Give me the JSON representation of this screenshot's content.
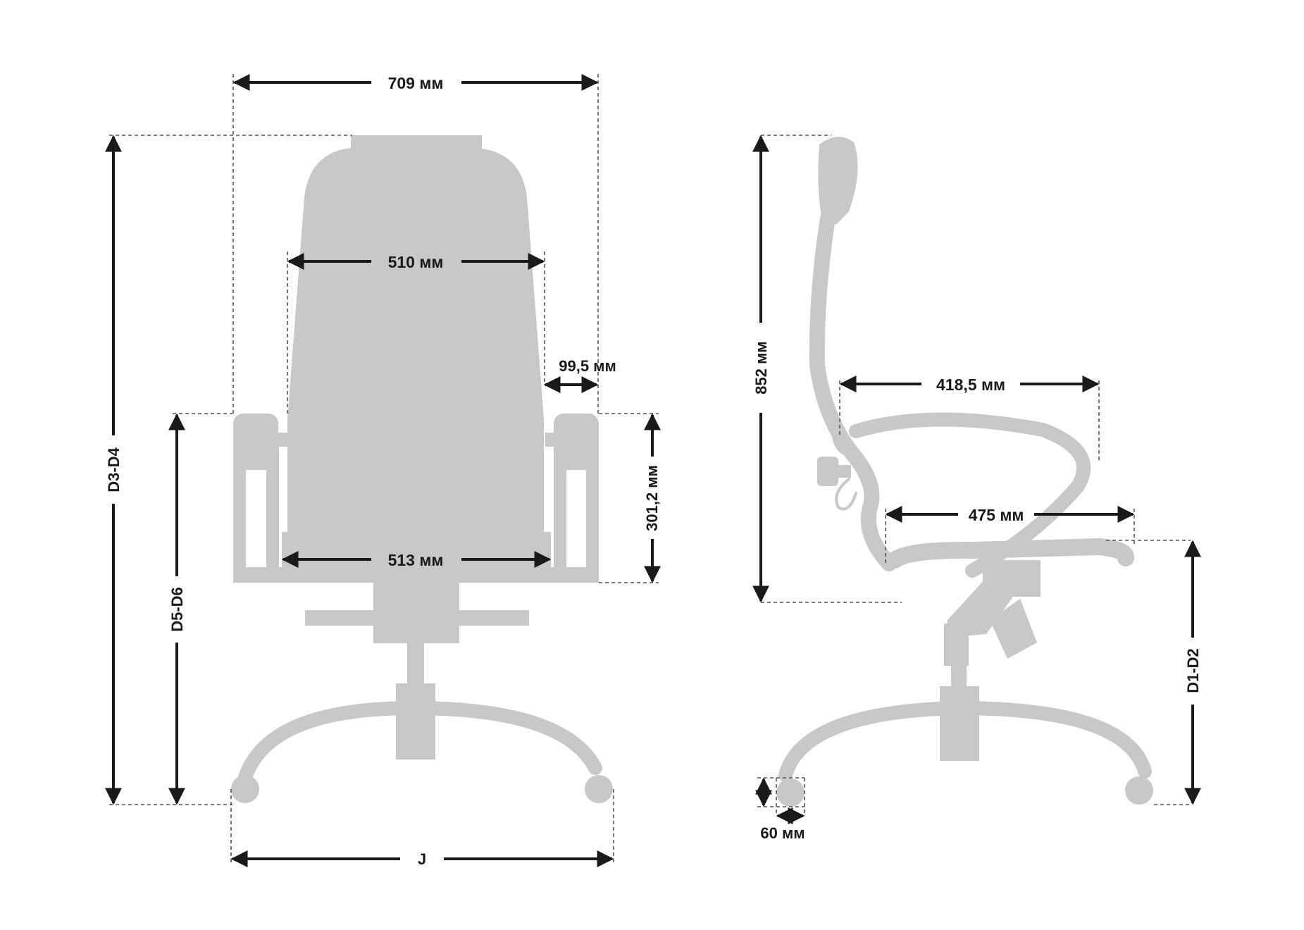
{
  "front_view": {
    "overall_width": "709 мм",
    "backrest_width": "510 мм",
    "armrest_width": "99,5 мм",
    "armrest_height": "301,2 мм",
    "seat_width": "513 мм",
    "total_height": "D3-D4",
    "armrest_floor_height": "D5-D6",
    "base_width": "J"
  },
  "side_view": {
    "back_height": "852 мм",
    "seat_depth_top": "418,5 мм",
    "seat_depth": "475 мм",
    "seat_height": "D1-D2",
    "caster_size": "60 мм"
  },
  "colors": {
    "silhouette": "#c8c8c8",
    "dimension_line": "#1a1a1a",
    "guide_line": "#555555"
  }
}
